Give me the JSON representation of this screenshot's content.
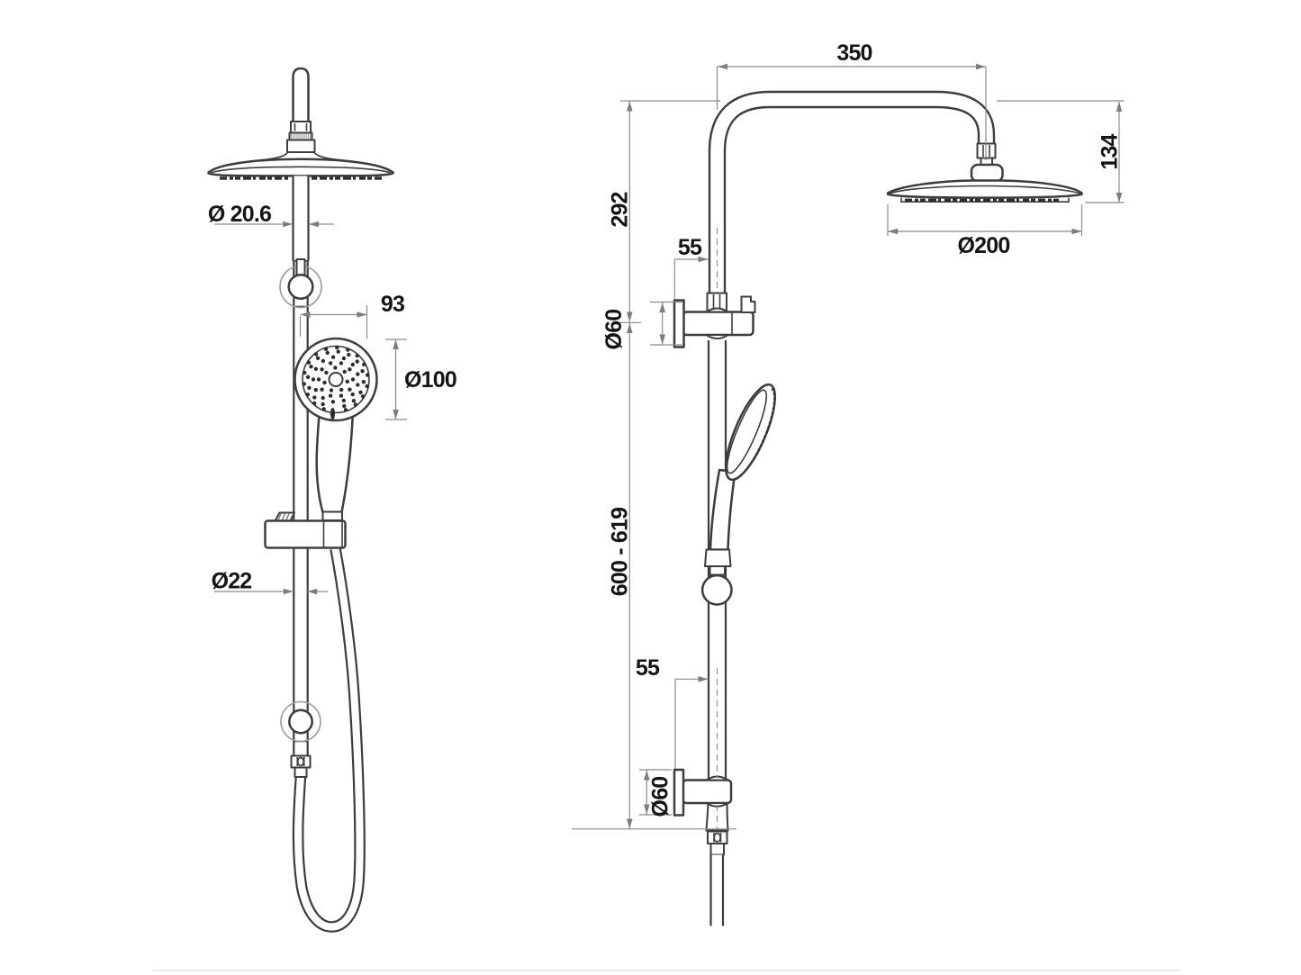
{
  "drawing": {
    "type": "technical-line-drawing",
    "subject": "twin rail shower column - front and side elevations with dimensions",
    "background": "#ffffff",
    "colors": {
      "outline": "#3d3d3d",
      "dimension_lines": "#8a8a8a",
      "label_text": "#151515"
    },
    "front_view": {
      "labels": {
        "pipe_diameter": "Ø 20.6",
        "hand_shower_offset": "93",
        "hand_shower_diameter": "Ø100",
        "rail_diameter": "Ø22"
      }
    },
    "side_view": {
      "labels": {
        "arm_reach": "350",
        "head_drop": "134",
        "upper_height": "292",
        "wall_offset_top": "55",
        "bracket_top_diameter": "Ø60",
        "head_diameter": "Ø200",
        "rail_length": "600 - 619",
        "wall_offset_bottom": "55",
        "bracket_bottom_diameter": "Ø60"
      }
    }
  }
}
